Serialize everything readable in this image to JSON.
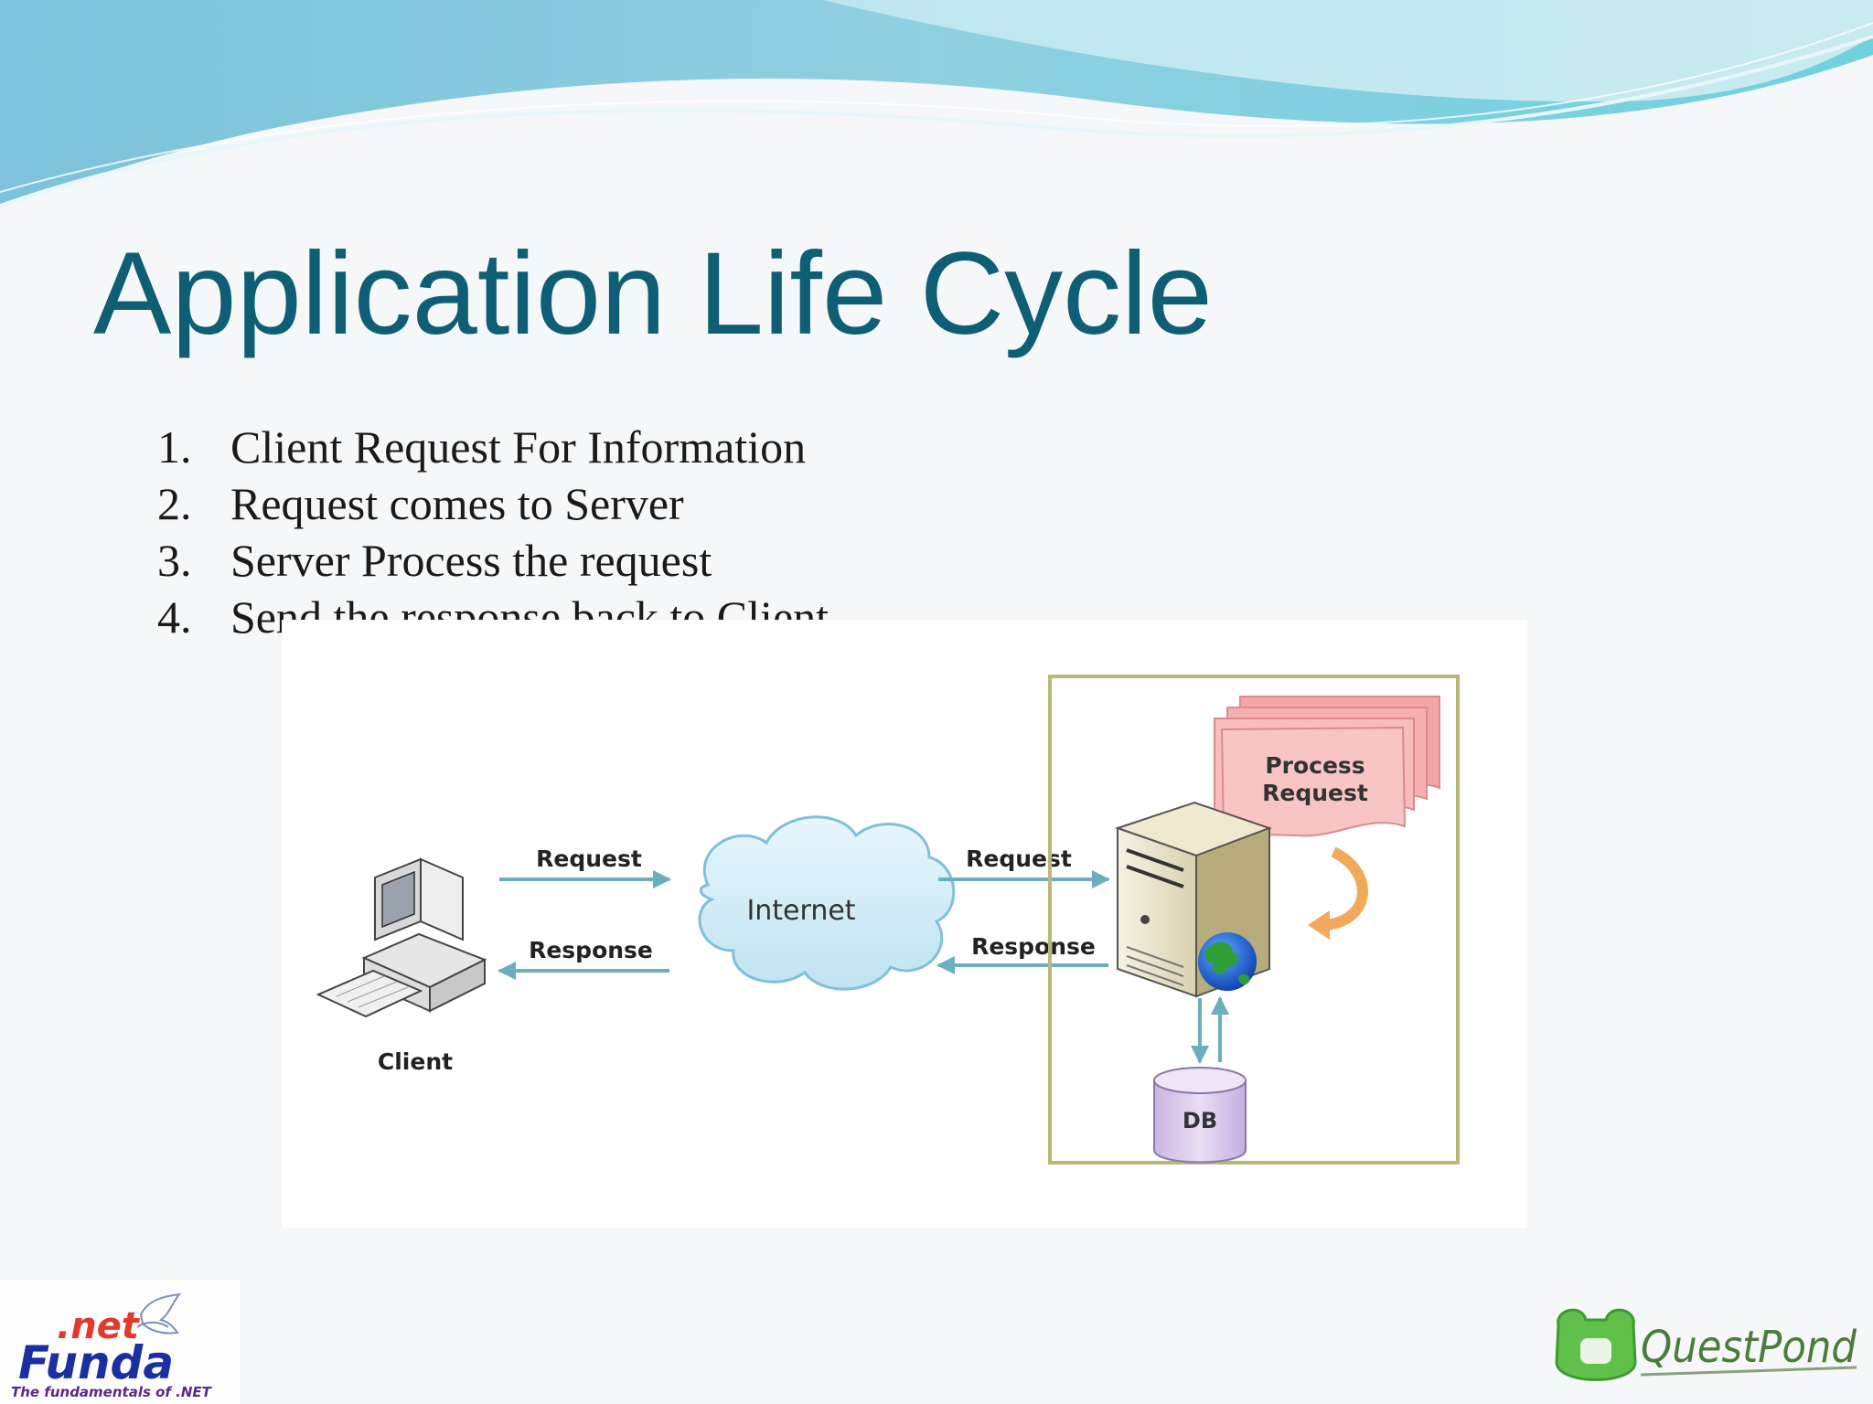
{
  "slide": {
    "title": "Application Life Cycle",
    "steps": [
      {
        "num": "1.",
        "text": "Client Request For Information"
      },
      {
        "num": "2.",
        "text": "Request comes to Server"
      },
      {
        "num": "3.",
        "text": "Server Process the request"
      },
      {
        "num": "4.",
        "text": "Send the response back to Client"
      }
    ]
  },
  "diagram": {
    "client_label": "Client",
    "request_left": "Request",
    "response_left": "Response",
    "internet_label": "Internet",
    "request_right": "Request",
    "response_right": "Response",
    "process_line1": "Process",
    "process_line2": "Request",
    "db_label": "DB"
  },
  "logos": {
    "netfunda_net": ".net",
    "netfunda_funda": "Funda",
    "netfunda_tagline": "The fundamentals of .NET",
    "questpond": "QuestPond"
  },
  "colors": {
    "title": "#0e5f75",
    "arrow": "#6aaebf",
    "server_box": "#b8b878",
    "process_paper": "#f6b3b3",
    "db": "#d9c9ec"
  }
}
